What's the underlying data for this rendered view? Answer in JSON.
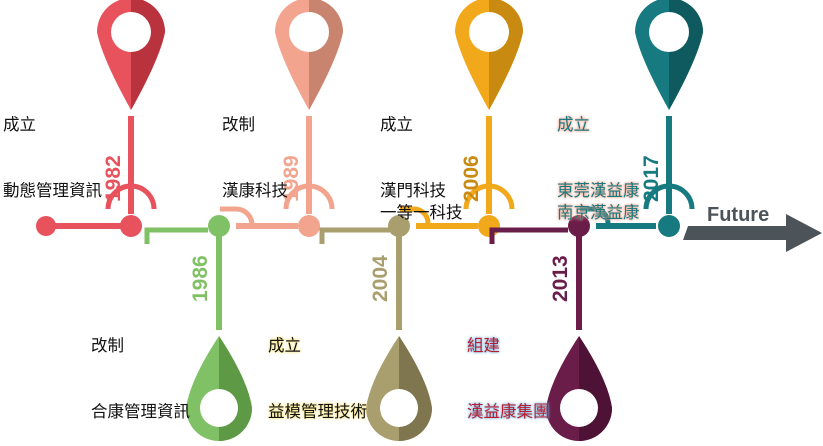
{
  "milestones": [
    {
      "year": "1982",
      "title": "成立",
      "desc": "動態管理資訊",
      "color": "#e8525c",
      "color_dark": "#b8333d",
      "position": "top"
    },
    {
      "year": "1986",
      "title": "改制",
      "desc": "合康管理資訊",
      "color": "#80c165",
      "color_dark": "#5e9a46",
      "position": "bottom"
    },
    {
      "year": "1989",
      "title": "改制",
      "desc": "漢康科技",
      "color": "#f2a48e",
      "color_dark": "#c98470",
      "position": "top"
    },
    {
      "year": "2004",
      "title": "成立",
      "desc": "益模管理技術",
      "color": "#a89e6e",
      "color_dark": "#7f7650",
      "position": "bottom"
    },
    {
      "year": "2006",
      "title": "成立",
      "desc": "漢門科技\n一等一科技",
      "color": "#f2a81b",
      "color_dark": "#c98a12",
      "position": "top"
    },
    {
      "year": "2013",
      "title": "組建",
      "desc": "漢益康集團",
      "color": "#6b1d4a",
      "color_dark": "#4e1236",
      "position": "bottom"
    },
    {
      "year": "2017",
      "title": "成立",
      "desc": "東莞漢益康\n南京漢益康",
      "color": "#167a80",
      "color_dark": "#0f5a5f",
      "position": "top"
    }
  ],
  "future_label": "Future",
  "arrow_color": "#4d5459"
}
